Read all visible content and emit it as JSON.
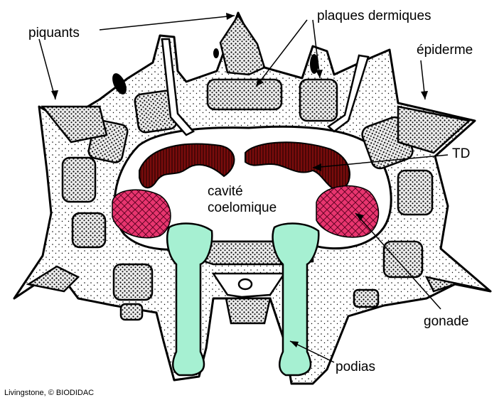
{
  "labels": {
    "piquants": "piquants",
    "plaques": "plaques dermiques",
    "epiderme": "épiderme",
    "td": "TD",
    "cavite1": "cavité",
    "cavite2": "coelomique",
    "gonade": "gonade",
    "podias": "podias",
    "credit": "Livingstone, © BIODIDAC"
  },
  "colors": {
    "outline": "#000000",
    "body_fill": "#ffffff",
    "digestive": "#7a0c0c",
    "gonad": "#e8356f",
    "podia": "#a6f0d2"
  }
}
